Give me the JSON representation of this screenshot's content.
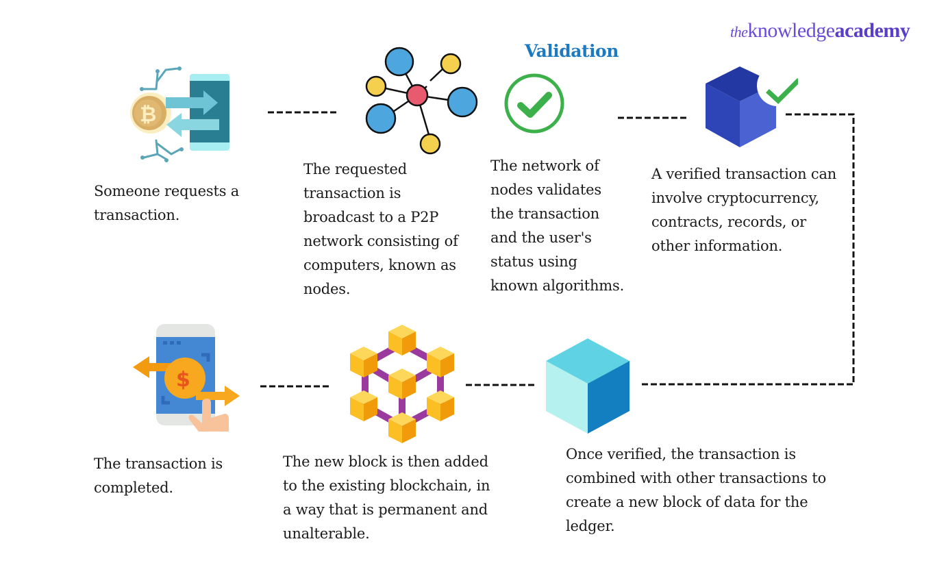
{
  "logo": {
    "prefix": "the",
    "main": "knowledge",
    "suffix": "academy",
    "color": "#6a4bd8"
  },
  "validation_heading": "Validation",
  "steps": [
    {
      "id": 1,
      "icon": "bitcoin-phone-transfer-icon",
      "text": "Someone requests a\ntransaction."
    },
    {
      "id": 2,
      "icon": "p2p-network-nodes-icon",
      "text": "The requested\ntransaction is\nbroadcast to a P2P\nnetwork consisting of\ncomputers, known as\nnodes."
    },
    {
      "id": 3,
      "icon": "validation-check-circle-icon",
      "text": "The network of\nnodes validates\nthe transaction\nand the user's\nstatus using\nknown algorithms."
    },
    {
      "id": 4,
      "icon": "verified-block-icon",
      "text": "A verified transaction can\ninvolve cryptocurrency,\ncontracts, records, or\nother information."
    },
    {
      "id": 5,
      "icon": "new-block-cube-icon",
      "text": "Once verified, the transaction is\ncombined with other transactions to\ncreate a new block of data for the\nledger."
    },
    {
      "id": 6,
      "icon": "blockchain-network-icon",
      "text": "The new block is then added\nto the existing blockchain, in\na way that is permanent and\nunalterable."
    },
    {
      "id": 7,
      "icon": "payment-complete-phone-icon",
      "text": "The transaction is\ncompleted."
    }
  ],
  "colors": {
    "validation_blue": "#1d7ac0",
    "check_green": "#3cb04a",
    "node_blue": "#4da6de",
    "node_yellow": "#f5d04e",
    "node_red": "#e85a6e",
    "block_blue": "#2e42b8",
    "cube_cyan": "#5fd3e3",
    "cube_dark": "#137ec0",
    "chain_gold": "#f7b82a",
    "chain_purple": "#9a3a9e"
  }
}
